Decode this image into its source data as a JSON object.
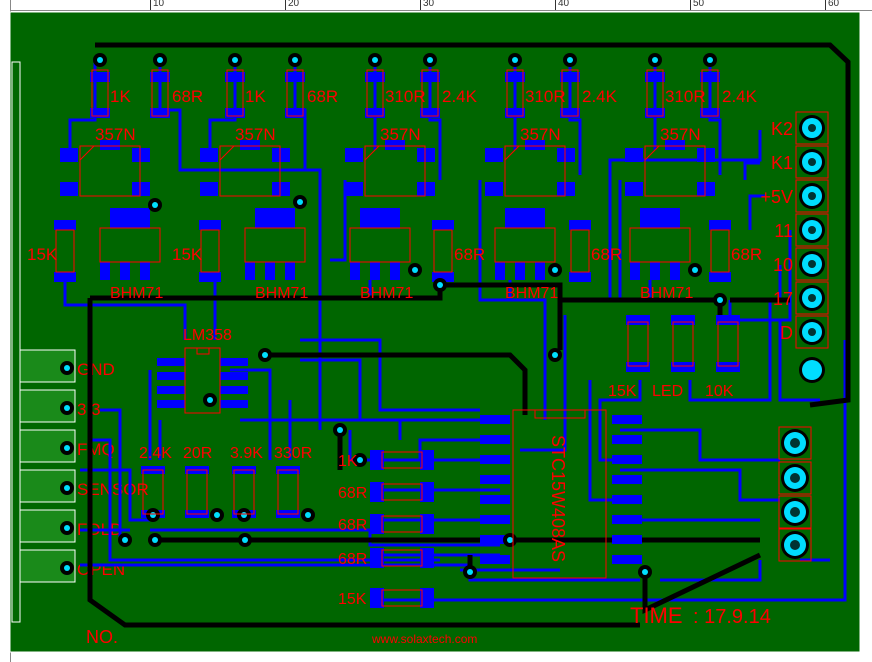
{
  "ruler": {
    "ticks": [
      "10",
      "20",
      "30",
      "40",
      "50",
      "60"
    ]
  },
  "colors": {
    "board": "#006600",
    "copper_top": "#000000",
    "copper_bottom": "#0000ff",
    "silk": "#ff0000",
    "pad": "#00ddff",
    "outline": "#ffffff"
  },
  "resistors_top": [
    "1K",
    "68R",
    "1K",
    "68R",
    "310R",
    "2.4K",
    "310R",
    "2.4K",
    "310R",
    "2.4K"
  ],
  "transistors": [
    "357N",
    "357N",
    "357N",
    "357N",
    "357N"
  ],
  "regulators": [
    "BHM71",
    "BHM71",
    "BHM71",
    "BHM71",
    "BHM71"
  ],
  "side_resistors": [
    "15K",
    "15K",
    "68R",
    "68R",
    "68R"
  ],
  "ic1": "LM358",
  "ic2": "STC15W408AS",
  "lower_resistors": [
    "2.4K",
    "20R",
    "3.9K",
    "330R"
  ],
  "center_resistors": [
    "1K",
    "68R",
    "68R",
    "68R",
    "15K"
  ],
  "right_parts": [
    "15K",
    "LED",
    "10K"
  ],
  "right_header": [
    "K2",
    "K1",
    "+5V",
    "11",
    "10",
    "17",
    "D"
  ],
  "left_connector": [
    "GND",
    "3.3",
    "FMQ",
    "SENSOR",
    "FOLD",
    "OPEN"
  ],
  "label_no": "NO.",
  "label_time": "TIME",
  "label_date": ": 17.9.14",
  "url": "www.solaxtech.com"
}
